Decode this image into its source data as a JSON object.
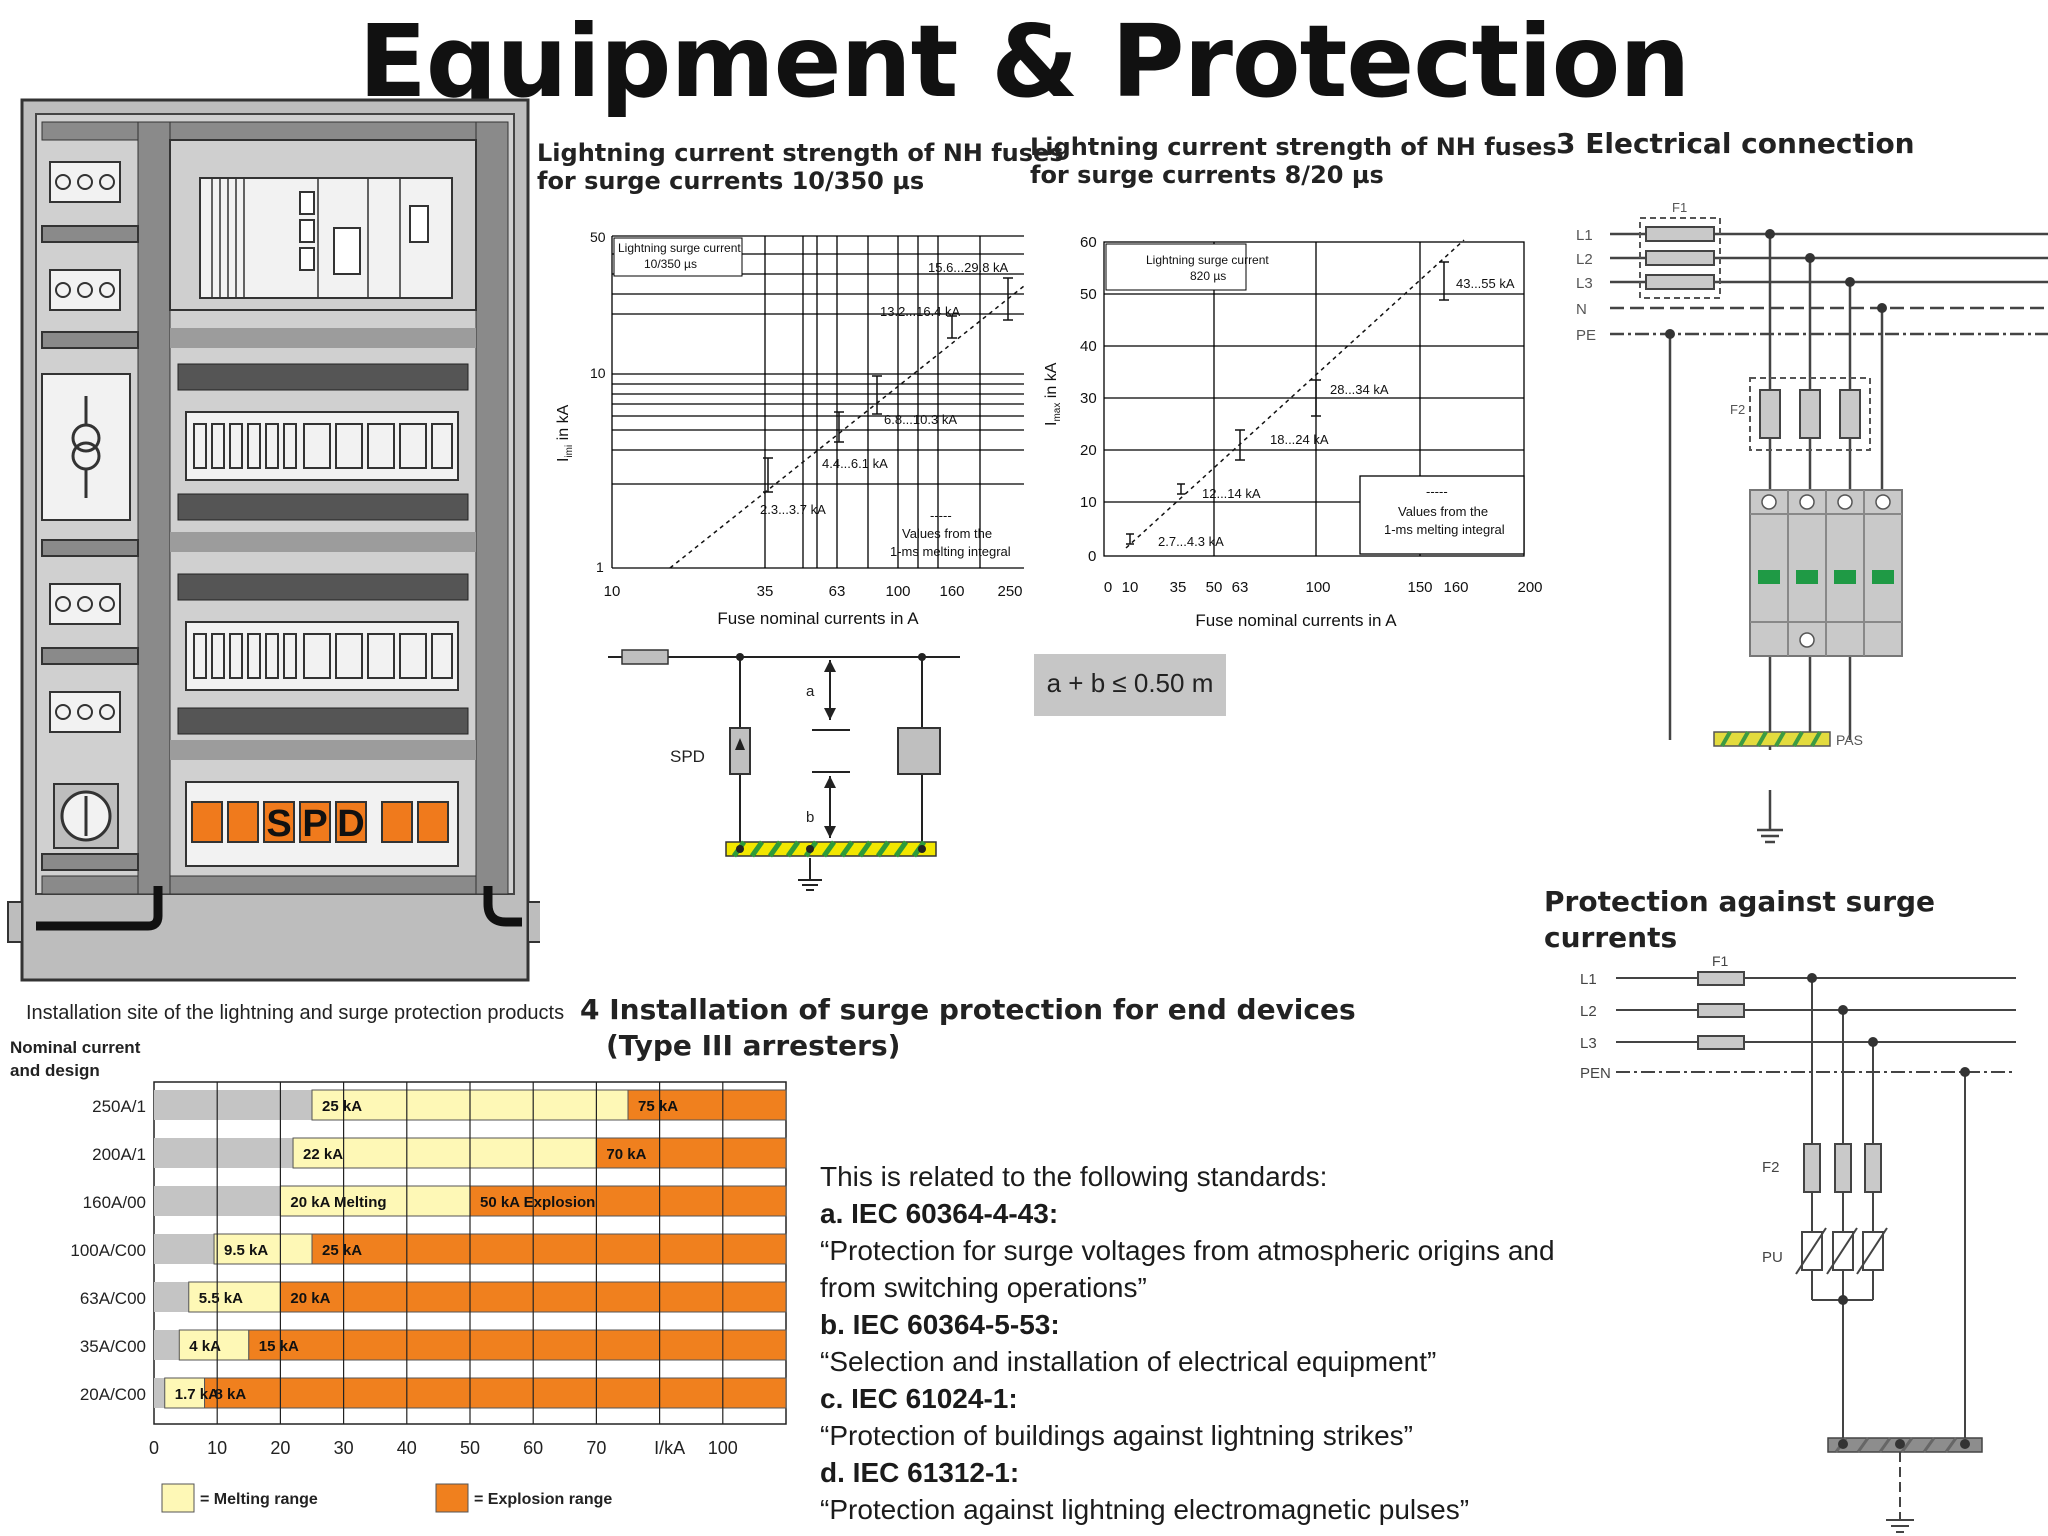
{
  "title": "Equipment & Protection",
  "cabinet": {
    "spd_letters": [
      "S",
      "P",
      "D"
    ],
    "caption": "Installation site of the lightning and surge protection products"
  },
  "chart_left": {
    "title_line1": "Lightning current strength of NH fuses",
    "title_line2": "for surge currents 10/350 µs",
    "legend_line1": "Lightning surge current",
    "legend_line2": "10/350 µs",
    "ylabel": "I",
    "ylabel_sub": "imi",
    "ylabel_rest": " in kA",
    "xlabel": "Fuse nominal currents in A",
    "y_ticks": [
      "50",
      "10",
      "1"
    ],
    "x_ticks": [
      "10",
      "35",
      "63",
      "100",
      "160",
      "250"
    ],
    "points": [
      {
        "label": "2.3...3.7 kA"
      },
      {
        "label": "4.4...6.1 kA"
      },
      {
        "label": "6.8...10.3 kA"
      },
      {
        "label": "13.2...16.4 kA"
      },
      {
        "label": "15.6...29.8 kA"
      }
    ],
    "note_dash": "-----",
    "note_line1": "Values from the",
    "note_line2": "1-ms melting integral"
  },
  "chart_right": {
    "title_line1": "Lightning current strength of NH fuses",
    "title_line2": "for surge currents 8/20 µs",
    "legend_line1": "Lightning surge current",
    "legend_line2": "820 µs",
    "ylabel": "I",
    "ylabel_sub": "max",
    "ylabel_rest": " in kA",
    "xlabel": "Fuse nominal currents in A",
    "y_ticks": [
      "60",
      "50",
      "40",
      "30",
      "20",
      "10",
      "0"
    ],
    "x_ticks": [
      "0",
      "10",
      "35",
      "50",
      "63",
      "100",
      "150",
      "160",
      "200"
    ],
    "points": [
      {
        "label": "2.7...4.3 kA"
      },
      {
        "label": "12...14 kA"
      },
      {
        "label": "18...24 kA"
      },
      {
        "label": "28...34 kA"
      },
      {
        "label": "43...55 kA"
      }
    ],
    "note_dash": "-----",
    "note_line1": "Values from the",
    "note_line2": "1-ms melting integral"
  },
  "spd_diagram": {
    "spd_label": "SPD",
    "a_label": "a",
    "b_label": "b"
  },
  "distance_rule": "a + b ≤ 0.50 m",
  "electrical_connection": {
    "title": "3 Electrical connection",
    "lines": [
      "L1",
      "L2",
      "L3",
      "N",
      "PE"
    ],
    "f1": "F1",
    "f2": "F2",
    "pas": "PAS"
  },
  "surge_protection": {
    "title": "Protection against surge currents",
    "lines": [
      "L1",
      "L2",
      "L3",
      "PEN"
    ],
    "f1": "F1",
    "f2": "F2",
    "pu": "PU"
  },
  "end_devices": {
    "title_line1": "4 Installation of surge protection for end devices",
    "title_line2": "(Type III arresters)"
  },
  "chart_data": {
    "type": "bar",
    "title": "",
    "ylabel": "Nominal current and design",
    "xlabel": "I/kA",
    "xlim": [
      0,
      100
    ],
    "x_ticks": [
      "0",
      "10",
      "20",
      "30",
      "40",
      "50",
      "60",
      "70",
      "I/kA",
      "100"
    ],
    "categories": [
      "250A/1",
      "200A/1",
      "160A/00",
      "100A/C00",
      "63A/C00",
      "35A/C00",
      "20A/C00"
    ],
    "ylabel_line1": "Nominal current",
    "ylabel_line2": "and design",
    "series": [
      {
        "name": "= Melting range",
        "values": [
          25,
          22,
          20,
          9.5,
          5.5,
          4,
          1.7
        ],
        "labels": [
          "25 kA",
          "22 kA",
          "20 kA Melting",
          "9.5 kA",
          "5.5 kA",
          "4 kA",
          "1.7 kA"
        ]
      },
      {
        "name": "= Explosion range",
        "values": [
          75,
          70,
          50,
          25,
          20,
          15,
          8
        ],
        "labels": [
          "75 kA",
          "70 kA",
          "50 kA Explosion",
          "25 kA",
          "20 kA",
          "15 kA",
          "8 kA"
        ]
      }
    ],
    "colors": {
      "melting": "#fef8b6",
      "explosion": "#f0801e",
      "background": "#c4c4c4"
    }
  },
  "standards": {
    "intro": "This is related to the following standards:",
    "items": [
      {
        "code": "a. IEC 60364-4-43:",
        "desc_line1": "“Protection for surge voltages from atmospheric origins and",
        "desc_line2": "from switching operations”"
      },
      {
        "code": "b. IEC 60364-5-53:",
        "desc_line1": "“Selection and installation of electrical equipment”",
        "desc_line2": ""
      },
      {
        "code": "c. IEC 61024-1:",
        "desc_line1": "“Protection of buildings against lightning strikes”",
        "desc_line2": ""
      },
      {
        "code": "d. IEC 61312-1:",
        "desc_line1": "“Protection against lightning electromagnetic pulses”",
        "desc_line2": ""
      }
    ]
  }
}
